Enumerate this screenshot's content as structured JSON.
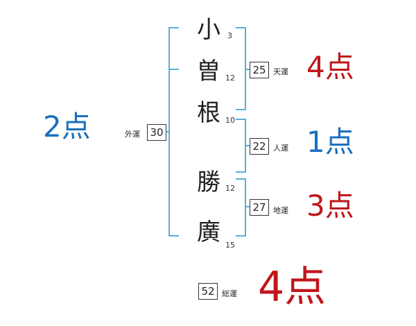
{
  "name_chars": [
    {
      "char": "小",
      "strokes": "3"
    },
    {
      "char": "曽",
      "strokes": "12"
    },
    {
      "char": "根",
      "strokes": "10"
    },
    {
      "char": "勝",
      "strokes": "12"
    },
    {
      "char": "廣",
      "strokes": "15"
    }
  ],
  "gaiun": {
    "label": "外運",
    "value": "30",
    "score": "2点"
  },
  "tenun": {
    "label": "天運",
    "value": "25",
    "score": "4点"
  },
  "jinun": {
    "label": "人運",
    "value": "22",
    "score": "1点"
  },
  "chiun": {
    "label": "地運",
    "value": "27",
    "score": "3点"
  },
  "souun": {
    "label": "総運",
    "value": "52",
    "score": "4点"
  },
  "colors": {
    "bracket": "#5aaedc",
    "red": "#c0161b",
    "blue": "#1a6fbf"
  }
}
